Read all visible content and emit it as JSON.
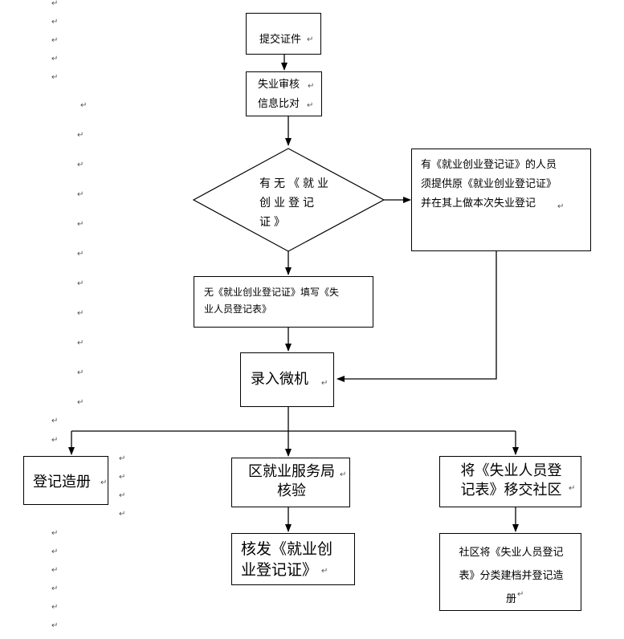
{
  "flowchart": {
    "mark": "↵",
    "nodes": {
      "submit": "提交证件",
      "review": "失业审核\n信息比对",
      "decision": "有无《就业\n创业登记\n证》",
      "has_cert": "有《就业创业登记证》的人员\n须提供原《就业创业登记证》\n并在其上做本次失业登记",
      "no_cert": "无《就业创业登记证》填写《失\n业人员登记表》",
      "enter": "录入微机",
      "register": "登记造册",
      "district": "区就业服务局\n核验",
      "issue": "核发《就业创\n业登记证》",
      "transfer": "将《失业人员登\n记表》移交社区",
      "community": "社区将《失业人员登记\n表》分类建档并登记造\n册"
    }
  }
}
